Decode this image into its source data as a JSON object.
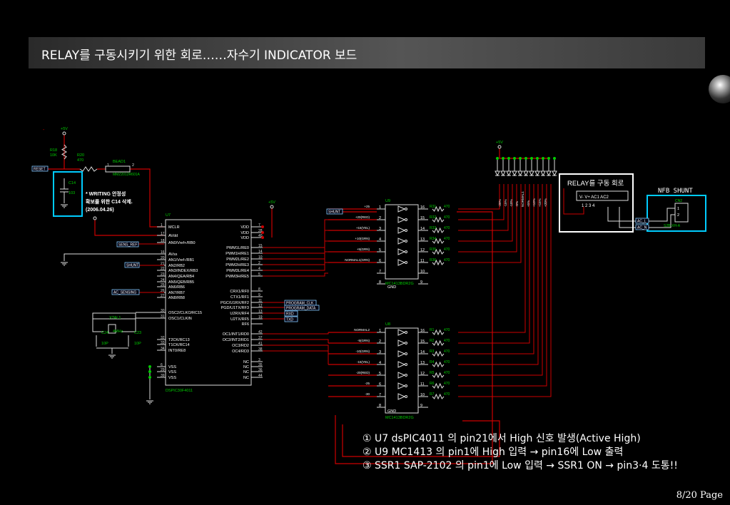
{
  "title": "RELAY를 구동시키기 위한 회로……자수기 INDICATOR 보드",
  "schematic": {
    "writing_note": [
      "* WRITING 안정성",
      "확보를 위한 C14 삭제.",
      "(2006.04.26)"
    ],
    "relay_box_label": "RELAY를 구동 회로",
    "nfb_label": "NFB SHUNT",
    "labels": {
      "vcc_left": "+5V",
      "vcc_mid": "+5V",
      "vcc_right": "+5V",
      "r18": "R18",
      "r18_val": "10K",
      "r20": "R20",
      "r20_val": "470",
      "bead": "BEAD1",
      "bead_part": "MMZ2012R601A",
      "reset_tag": "RESET",
      "c14": "C14",
      "c14_val": "103",
      "u7_ref": "U7",
      "u7_part": "DSPIC30F4011",
      "sens_tag": "SENS_REF",
      "shunt_tag": "SHUNT",
      "ac_tag": "AC_SENSING",
      "xtal": "XTAL1",
      "xtal_val": "4MHz",
      "c24": "C24",
      "c23": "C23",
      "c24_val": "10P",
      "c23_val": "10P",
      "u8_ref": "U8",
      "u8_part": "MC1413BDR2G",
      "u9_ref": "U9",
      "u9_part": "MC1413BDR2G",
      "shunt_in": "SHUNT",
      "gnd_a": "GND",
      "gnd_b": "GND",
      "ssr_pins": "V-  V+   AC1 AC2",
      "ssr_nums": "1   2     3    4",
      "cn_ref": "CN2",
      "cn_part": "S2B-XH-A",
      "ac_l": "AC_L",
      "ac_n": "AC_N",
      "prog_clk": "PROGRAM_CLK",
      "prog_data": "PROGRAM_DATA",
      "rxd": "RXD",
      "txd": "TXD"
    },
    "u7_left_pins": [
      {
        "num": "1",
        "name": "MCLR"
      },
      {
        "num": "17",
        "name": "AVdd"
      },
      {
        "num": "18",
        "name": "AN0/Vref+/RB0"
      },
      {
        "num": "16",
        "name": "AVss"
      },
      {
        "num": "20",
        "name": "AN1/Vref-/RB1"
      },
      {
        "num": "21",
        "name": "AN2/RB2"
      },
      {
        "num": "22",
        "name": "AN3/INDEX/RB3"
      },
      {
        "num": "23",
        "name": "AN4/QEA/RB4"
      },
      {
        "num": "24",
        "name": "AN5/QEB/RB5"
      },
      {
        "num": "25",
        "name": "AN6/RB6"
      },
      {
        "num": "26",
        "name": "AN7/RB7"
      },
      {
        "num": "27",
        "name": "AN8/RB8"
      },
      {
        "num": "30",
        "name": "OSC2/CLKO/RC15"
      },
      {
        "num": "31",
        "name": "OSC1/CLKIN"
      },
      {
        "num": "32",
        "name": "T2CK/RC13"
      },
      {
        "num": "33",
        "name": "T1CK/RC14"
      },
      {
        "num": "34",
        "name": "INT0/RE8"
      },
      {
        "num": "6",
        "name": "VSS"
      },
      {
        "num": "29",
        "name": "VSS"
      },
      {
        "num": "39",
        "name": "VSS"
      }
    ],
    "u7_right_pins": [
      {
        "num": "7",
        "name": "VDD"
      },
      {
        "num": "28",
        "name": "VDD"
      },
      {
        "num": "40",
        "name": "VDD"
      },
      {
        "num": "15",
        "name": "PWM1L/RE0"
      },
      {
        "num": "14",
        "name": "PWM1H/RE1"
      },
      {
        "num": "10",
        "name": "PWM2L/RE2"
      },
      {
        "num": "2",
        "name": "PWM2H/RE3"
      },
      {
        "num": "4",
        "name": "PWM3L/RE4"
      },
      {
        "num": "5",
        "name": "PWM3H/RE5"
      },
      {
        "num": "8",
        "name": "CRX1/RF0"
      },
      {
        "num": "9",
        "name": "CTX1/RF1"
      },
      {
        "num": "11",
        "name": "PGC/U1RX/RF2"
      },
      {
        "num": "12",
        "name": "PGD/U1TX/RF3"
      },
      {
        "num": "13",
        "name": "U2RX/RF4"
      },
      {
        "num": "19",
        "name": "U2TX/RF5"
      },
      {
        "num": "",
        "name": "RF6"
      },
      {
        "num": "42",
        "name": "OC1/INT1/RD0"
      },
      {
        "num": "37",
        "name": "OC2/INT2/RD1"
      },
      {
        "num": "41",
        "name": "OC3/RD2"
      },
      {
        "num": "38",
        "name": "OC4/RD3"
      },
      {
        "num": "3",
        "name": "NC"
      },
      {
        "num": "35",
        "name": "NC"
      },
      {
        "num": "36",
        "name": "NC"
      },
      {
        "num": "44",
        "name": "NC"
      }
    ],
    "u9_inputs": [
      "+25",
      "+20(RED)",
      "+15(YEL)",
      "+10(GRN)",
      "+5(GRN)",
      "NORMAL1(GRN)"
    ],
    "u8_inputs": [
      "NORMAL2",
      "-5(GRN)",
      "-10(GRN)",
      "-15(YEL)",
      "-20(RED)",
      "-25",
      "-30"
    ],
    "drv_pins_left": [
      "1",
      "2",
      "3",
      "4",
      "5",
      "6",
      "7",
      "8"
    ],
    "drv_pins_right": [
      "16",
      "15",
      "14",
      "13",
      "12",
      "11",
      "10",
      "9"
    ],
    "resistors_u9": [
      "R31",
      "R32",
      "R33",
      "R34",
      "R35",
      "R36"
    ],
    "resistors_u8": [
      "R1",
      "R2",
      "R3",
      "R4",
      "R5",
      "R6",
      "R7"
    ],
    "res_value": "470",
    "led_labels": [
      "-20%",
      "-15%",
      "-10%",
      "-5%",
      "NORMAL1",
      "+5%",
      "+10%",
      "+15%",
      "+20%"
    ]
  },
  "notes": [
    "① U7 dsPIC4011 의 pin21에서 High 신호 발생(Active High)",
    "② U9 MC1413 의 pin1에 High 입력 → pin16에 Low 출력",
    "③ SSR1 SAP-2102 의 pin1에 Low 입력 → SSR1 ON → pin3·4 도통!!"
  ],
  "page": "8/20 Page"
}
